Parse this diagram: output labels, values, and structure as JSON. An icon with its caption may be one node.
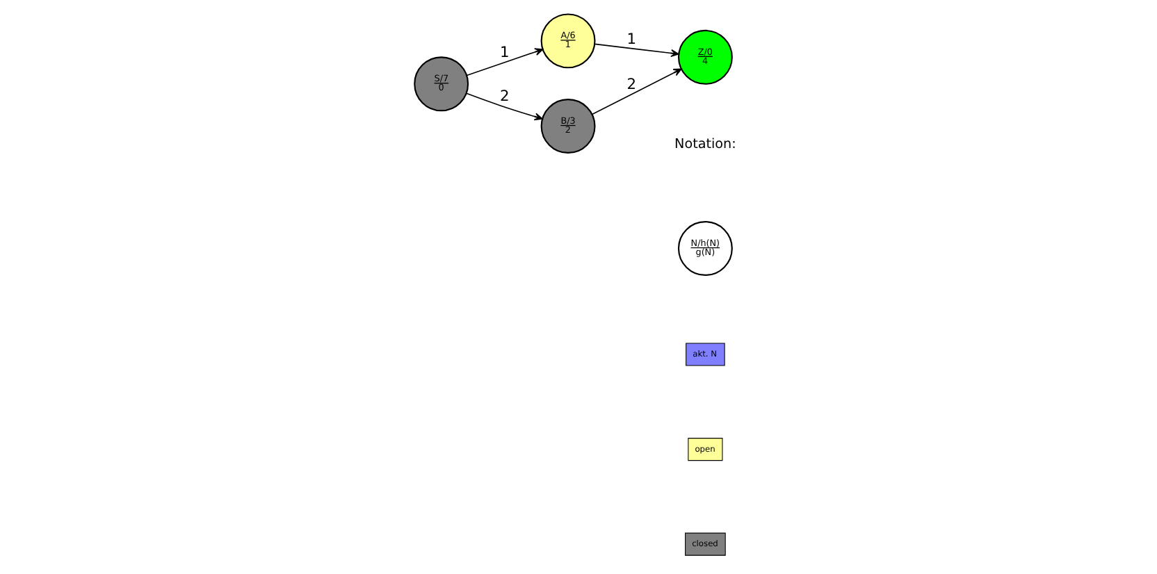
{
  "diagram": {
    "nodes": [
      {
        "text": [
          "S/7",
          "0"
        ]
      },
      {
        "text": [
          "A/6",
          "1"
        ]
      },
      {
        "text": [
          "B/3",
          "2"
        ]
      },
      {
        "text": [
          "Z/0",
          "4"
        ]
      },
      {
        "text": [
          "N/h(N)",
          "g(N)"
        ]
      }
    ],
    "edges": [
      {
        "from": 0,
        "to": 1,
        "arrow": "to",
        "label": "1"
      },
      {
        "from": 0,
        "to": 2,
        "arrow": "to",
        "label": "2"
      },
      {
        "from": 1,
        "to": 3,
        "arrow": "to",
        "label": "1"
      },
      {
        "from": 2,
        "to": 3,
        "arrow": "to",
        "label": "2"
      }
    ],
    "labels": [
      "Notation:"
    ],
    "legend": [
      {
        "text": "akt. N",
        "color": "#8080ff"
      },
      {
        "text": "open",
        "color": "#ffff99"
      },
      {
        "text": "closed",
        "color": "#808080"
      }
    ]
  }
}
